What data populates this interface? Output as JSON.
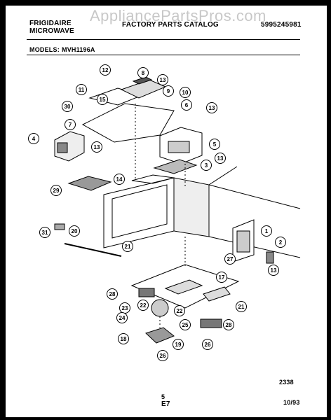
{
  "header": {
    "brand_line1": "FRIGIDAIRE",
    "brand_line2": "MICROWAVE",
    "catalog_title": "FACTORY PARTS CATALOG",
    "part_number": "5995245981",
    "watermark": "AppliancePartsPros.com"
  },
  "models": {
    "label": "MODELS:",
    "value": "MVH1196A"
  },
  "callouts": [
    "12",
    "8",
    "11",
    "13",
    "9",
    "10",
    "15",
    "6",
    "30",
    "13",
    "7",
    "4",
    "13",
    "5",
    "3",
    "13",
    "14",
    "29",
    "31",
    "20",
    "1",
    "2",
    "21",
    "27",
    "13",
    "17",
    "28",
    "22",
    "23",
    "24",
    "22",
    "25",
    "21",
    "28",
    "26",
    "18",
    "19",
    "26"
  ],
  "footer": {
    "drawing_number": "2338",
    "page_number": "5",
    "section": "E7",
    "date": "10/93"
  }
}
